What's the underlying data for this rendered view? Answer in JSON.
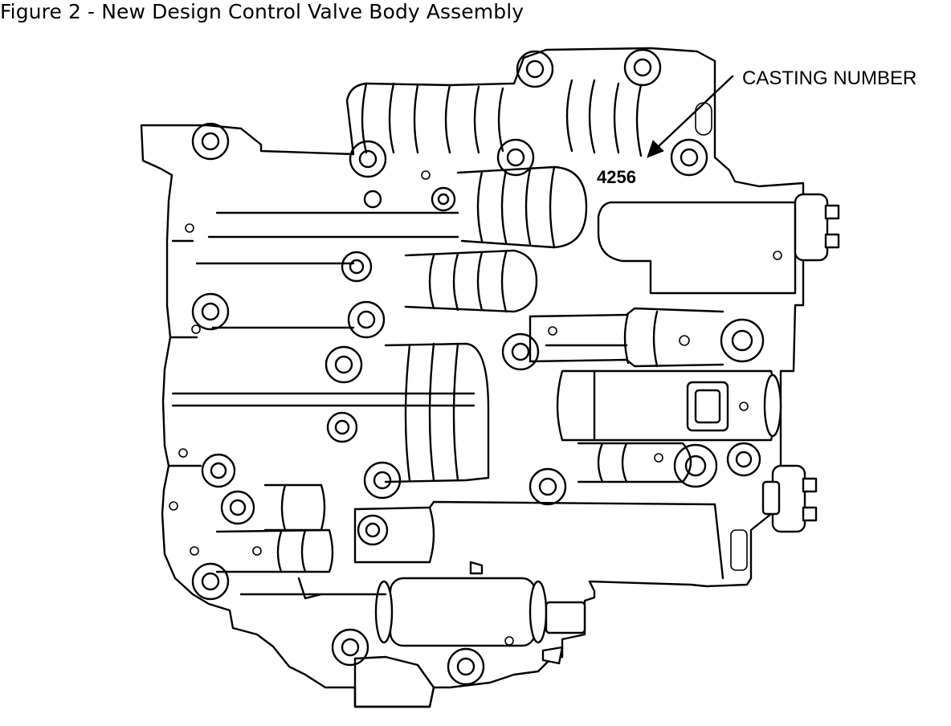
{
  "figure": {
    "caption": "Figure 2 - New Design Control Valve Body Assembly"
  },
  "labels": {
    "callout": "CASTING NUMBER",
    "casting_number": "4256"
  }
}
